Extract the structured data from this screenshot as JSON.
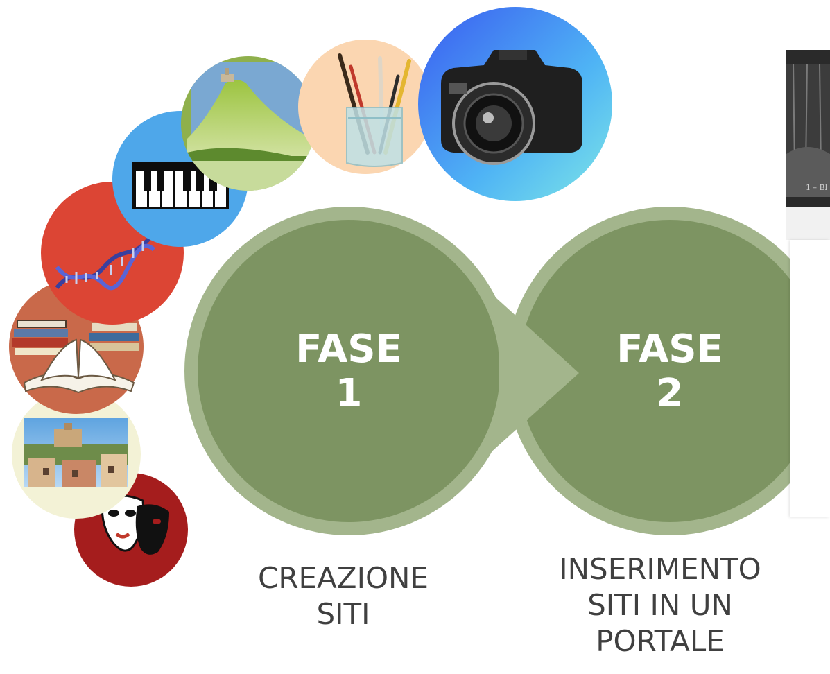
{
  "phases": [
    {
      "title_line1": "FASE",
      "title_line2": "1",
      "caption_line1": "CREAZIONE",
      "caption_line2": "SITI",
      "caption_line3": ""
    },
    {
      "title_line1": "FASE",
      "title_line2": "2",
      "caption_line1": "INSERIMENTO",
      "caption_line2": "SITI IN UN",
      "caption_line3": "PORTALE"
    }
  ],
  "screenshot_fragment": {
    "caption": "1 – Bl"
  },
  "icons": [
    "theatre-masks-icon",
    "town-photo-icon",
    "books-icon",
    "dna-icon",
    "piano-keys-icon",
    "hill-landscape-icon",
    "paintbrushes-icon",
    "camera-icon"
  ],
  "colors": {
    "circle_inner": "#7d9462",
    "circle_outer": "#a3b58c",
    "theatre": "#a51d1d",
    "town": "#f3f2d6",
    "books": "#c9694a",
    "dna": "#dc4534",
    "piano": "#4ea7ea",
    "landscape": "#8fb04c",
    "brushes": "#fbd6b1",
    "camera": "#3d8ff0"
  }
}
